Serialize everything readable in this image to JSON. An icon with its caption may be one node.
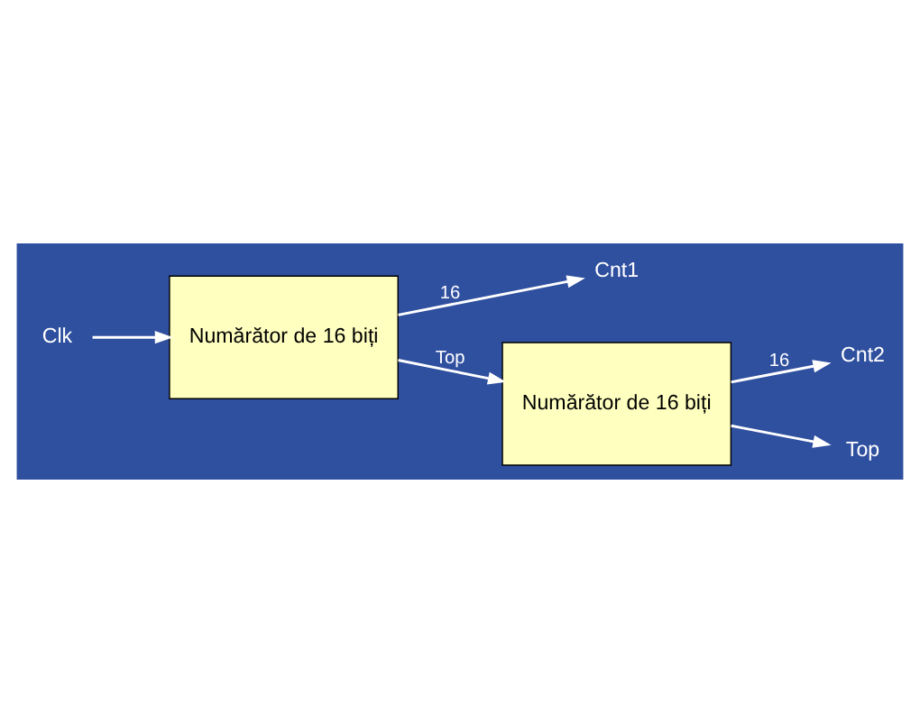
{
  "diagram": {
    "nodes": [
      {
        "text": [
          "Clk"
        ]
      },
      {
        "text": [
          "Numărător de 16 biți"
        ]
      },
      {
        "text": [
          "Cnt1"
        ]
      },
      {
        "text": [
          "Numărător de 16 biți"
        ]
      },
      {
        "text": [
          "Cnt2"
        ]
      },
      {
        "text": [
          "Top"
        ]
      }
    ],
    "edges": [
      {
        "from": 0,
        "to": 1,
        "arrow": "to"
      },
      {
        "from": 1,
        "to": 2,
        "arrow": "to",
        "label": "16"
      },
      {
        "from": 1,
        "to": 3,
        "arrow": "to",
        "label": "Top"
      },
      {
        "from": 3,
        "to": 4,
        "arrow": "to",
        "label": "16"
      },
      {
        "from": 3,
        "to": 5,
        "arrow": "to"
      }
    ]
  }
}
